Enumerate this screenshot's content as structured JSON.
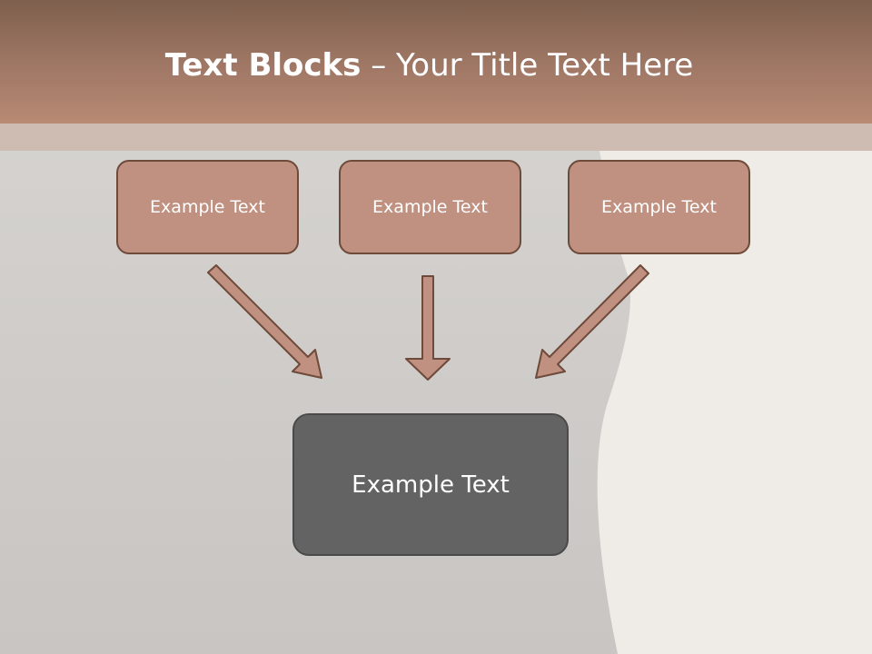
{
  "slide": {
    "title_bold": "Text Blocks",
    "title_dash": " – ",
    "title_rest": "Your Title Text Here"
  },
  "blocks": {
    "top": [
      "Example Text",
      "Example Text",
      "Example Text"
    ],
    "bottom": "Example Text"
  },
  "colors": {
    "header": "#9b7462",
    "box_fill": "#c09080",
    "box_border": "#6e4a3a",
    "bottom_box_fill": "#636363",
    "arrow_fill": "#c09080"
  }
}
